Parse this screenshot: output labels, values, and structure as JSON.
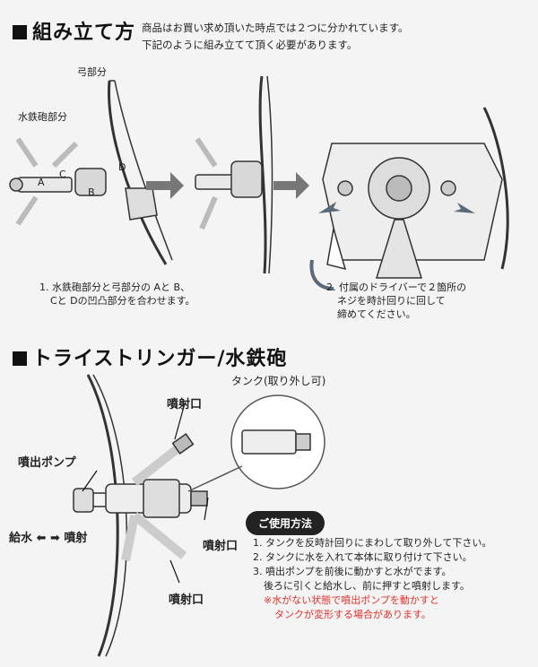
{
  "assembly": {
    "title": "組み立て方",
    "intro": [
      "商品はお買い求め頂いた時点では２つに分かれています。",
      "下記のように組み立てて頂く必要があります。"
    ],
    "labels": {
      "bow": "弓部分",
      "gun": "水鉄砲部分",
      "a": "A",
      "b": "B",
      "c": "C",
      "d": "D"
    },
    "step1": [
      "1. 水鉄砲部分と弓部分の Aと B、",
      "Cと Dの凹凸部分を合わせます。"
    ],
    "step2": [
      "2. 付属のドライバーで２箇所の",
      "ネジを時計回りに回して",
      "締めてください。"
    ]
  },
  "product": {
    "title": "トライストリンガー/水鉄砲",
    "tank_label": "タンク(取り外し可)",
    "nozzle_top": "噴射口",
    "pump": "噴出ポンプ",
    "nozzle_mid": "噴射口",
    "nozzle_bottom": "噴射口",
    "water_in": "給水",
    "water_out": "噴射",
    "arrow_left": "⬅",
    "arrow_right": "➡"
  },
  "usage": {
    "heading": "ご使用方法",
    "lines": [
      "1. タンクを反時計回りにまわして取り外して下さい。",
      "2. タンクに水を入れて本体に取り付けて下さい。",
      "3. 噴出ポンプを前後に動かすと水がでます。",
      "   後ろに引くと給水し、前に押すと噴射します。"
    ],
    "warning": [
      "※水がない状態で噴出ポンプを動かすと",
      "タンクが変形する場合があります。"
    ]
  }
}
